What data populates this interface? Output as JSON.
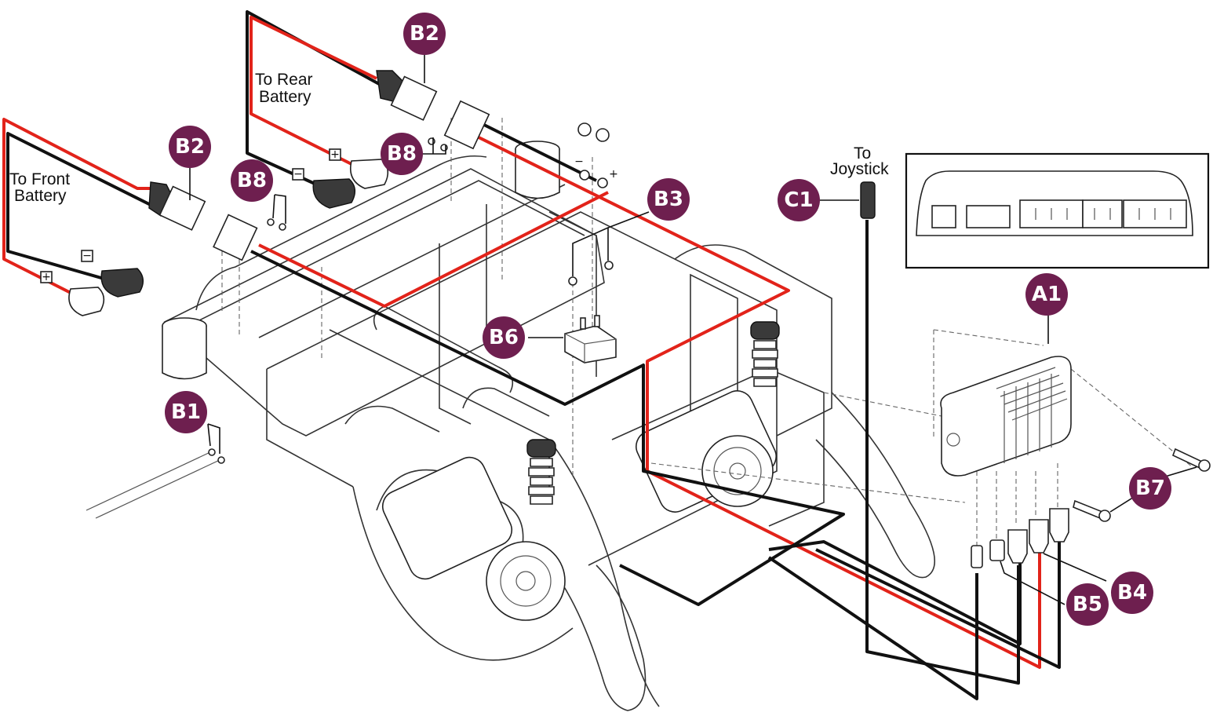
{
  "labels": {
    "to_rear_battery_l1": "To Rear",
    "to_rear_battery_l2": "Battery",
    "to_front_battery_l1": "To Front",
    "to_front_battery_l2": "Battery",
    "to_joystick_l1": "To",
    "to_joystick_l2": "Joystick"
  },
  "callouts": {
    "b2_top": "B2",
    "b2_left": "B2",
    "b8_top": "B8",
    "b8_left": "B8",
    "b3": "B3",
    "b6": "B6",
    "b1": "B1",
    "c1": "C1",
    "a1": "A1",
    "b7": "B7",
    "b4": "B4",
    "b5": "B5"
  },
  "symbols": {
    "minus": "−",
    "plus": "+"
  },
  "colors": {
    "callout": "#6e1f4f",
    "positive_wire": "#e2231a",
    "negative_wire": "#111111"
  }
}
